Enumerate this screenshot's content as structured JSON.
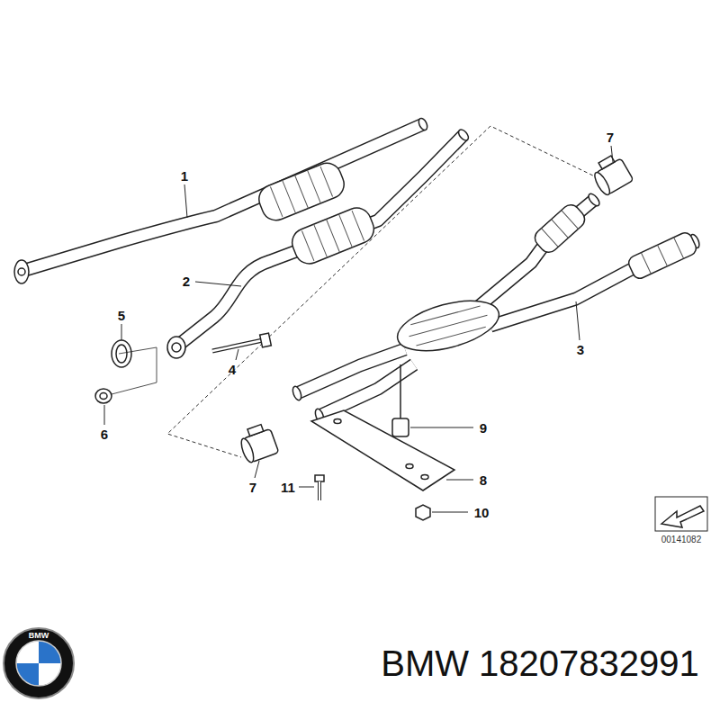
{
  "diagram": {
    "labels": [
      "7",
      "1",
      "2",
      "5",
      "3",
      "4",
      "6",
      "9",
      "8",
      "7",
      "11",
      "10",
      "00141082",
      "BMW",
      "BMW 18207832991"
    ]
  }
}
